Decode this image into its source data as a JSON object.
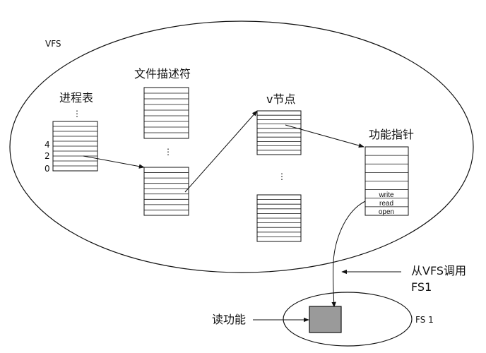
{
  "labels": {
    "vfs": "VFS",
    "process_table": "进程表",
    "file_descriptors": "文件描述符",
    "vnode": "v节点",
    "function_pointers": "功能指针",
    "call_from_vfs_line1": "从VFS调用",
    "call_from_vfs_line2": "FS1",
    "read_function": "读功能",
    "fs1": "FS 1"
  },
  "process_table": {
    "dots": "⋮",
    "indices": [
      "4",
      "2",
      "0"
    ]
  },
  "file_descriptors": {
    "dots": "⋮"
  },
  "vnodes": {
    "dots": "⋮"
  },
  "function_pointers": {
    "entries": [
      "write",
      "read",
      "open"
    ]
  }
}
